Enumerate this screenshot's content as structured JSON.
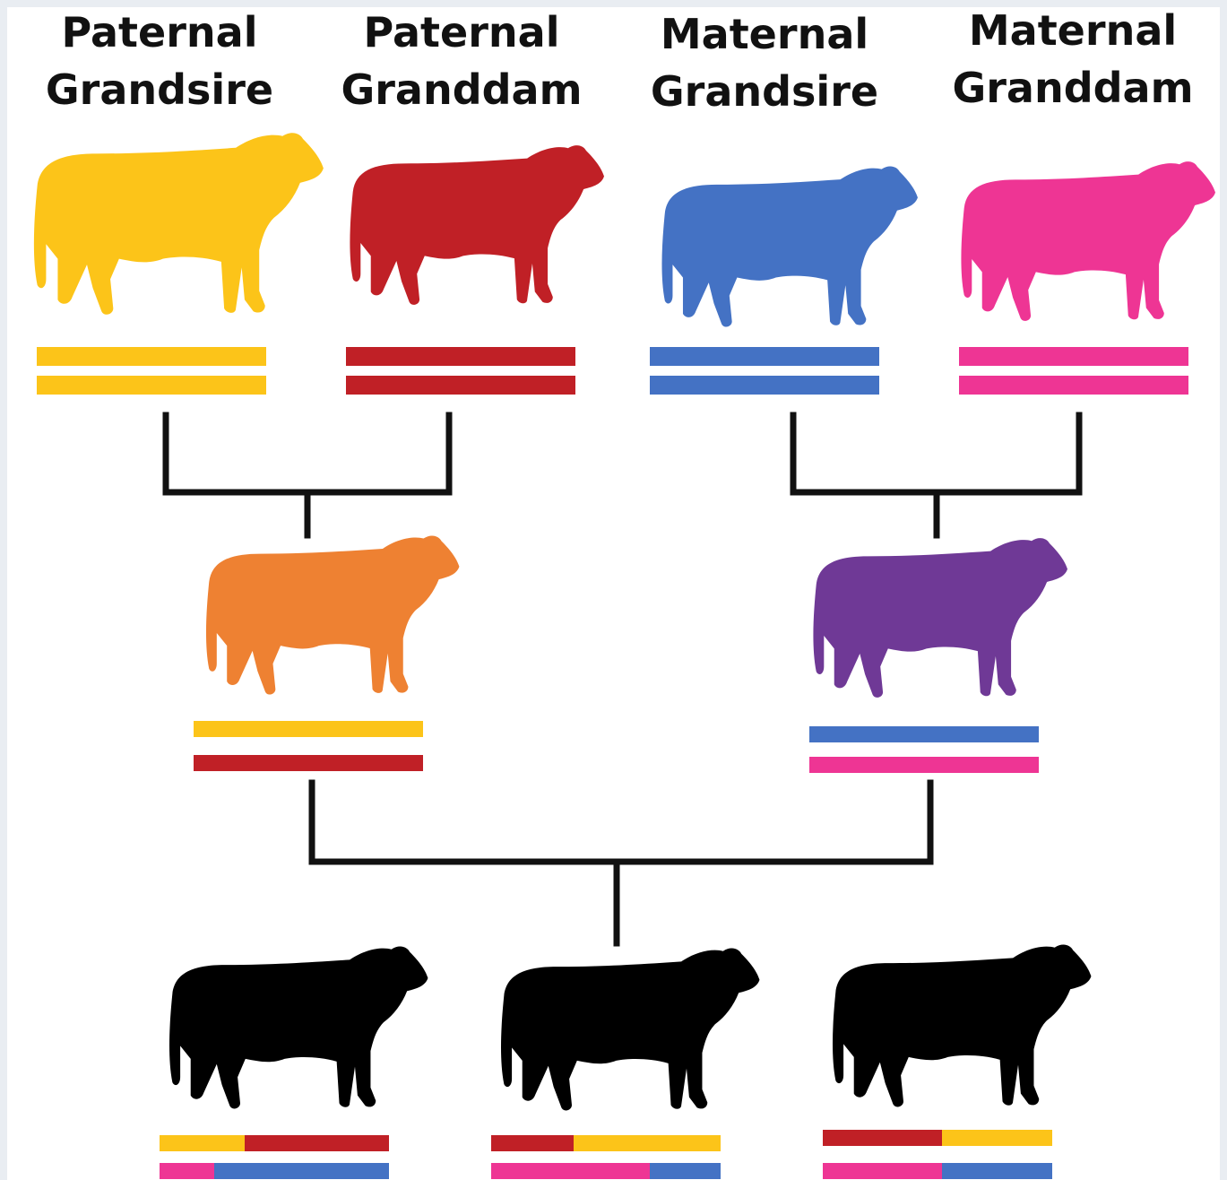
{
  "labels": {
    "paternal_grandsire": [
      "Paternal",
      "Grandsire"
    ],
    "paternal_granddam": [
      "Paternal",
      "Granddam"
    ],
    "maternal_grandsire": [
      "Maternal",
      "Grandsire"
    ],
    "maternal_granddam": [
      "Maternal",
      "Granddam"
    ]
  },
  "colors": {
    "paternal_grandsire": "#fcc419",
    "paternal_granddam": "#c02026",
    "maternal_grandsire": "#4472c4",
    "maternal_granddam": "#ee3594",
    "sire": "#ee8132",
    "dam": "#6f3996",
    "offspring": "#000000",
    "connector": "#111111"
  },
  "animals": [
    {
      "id": "paternal-grandsire",
      "color_key": "paternal_grandsire",
      "chromosomes": [
        [
          {
            "c": "paternal_grandsire",
            "f": 1
          }
        ],
        [
          {
            "c": "paternal_grandsire",
            "f": 1
          }
        ]
      ]
    },
    {
      "id": "paternal-granddam",
      "color_key": "paternal_granddam",
      "chromosomes": [
        [
          {
            "c": "paternal_granddam",
            "f": 1
          }
        ],
        [
          {
            "c": "paternal_granddam",
            "f": 1
          }
        ]
      ]
    },
    {
      "id": "maternal-grandsire",
      "color_key": "maternal_grandsire",
      "chromosomes": [
        [
          {
            "c": "maternal_grandsire",
            "f": 1
          }
        ],
        [
          {
            "c": "maternal_grandsire",
            "f": 1
          }
        ]
      ]
    },
    {
      "id": "maternal-granddam",
      "color_key": "maternal_granddam",
      "chromosomes": [
        [
          {
            "c": "maternal_granddam",
            "f": 1
          }
        ],
        [
          {
            "c": "maternal_granddam",
            "f": 1
          }
        ]
      ]
    },
    {
      "id": "sire",
      "color_key": "sire",
      "chromosomes": [
        [
          {
            "c": "paternal_grandsire",
            "f": 1
          }
        ],
        [
          {
            "c": "paternal_granddam",
            "f": 1
          }
        ]
      ]
    },
    {
      "id": "dam",
      "color_key": "dam",
      "chromosomes": [
        [
          {
            "c": "maternal_grandsire",
            "f": 1
          }
        ],
        [
          {
            "c": "maternal_granddam",
            "f": 1
          }
        ]
      ]
    },
    {
      "id": "offspring-1",
      "color_key": "offspring",
      "chromosomes": [
        [
          {
            "c": "paternal_grandsire",
            "f": 0.37
          },
          {
            "c": "paternal_granddam",
            "f": 0.63
          }
        ],
        [
          {
            "c": "maternal_granddam",
            "f": 0.24
          },
          {
            "c": "maternal_grandsire",
            "f": 0.76
          }
        ]
      ]
    },
    {
      "id": "offspring-2",
      "color_key": "offspring",
      "chromosomes": [
        [
          {
            "c": "paternal_granddam",
            "f": 0.36
          },
          {
            "c": "paternal_grandsire",
            "f": 0.64
          }
        ],
        [
          {
            "c": "maternal_granddam",
            "f": 0.69
          },
          {
            "c": "maternal_grandsire",
            "f": 0.31
          }
        ]
      ]
    },
    {
      "id": "offspring-3",
      "color_key": "offspring",
      "chromosomes": [
        [
          {
            "c": "paternal_granddam",
            "f": 0.52
          },
          {
            "c": "paternal_grandsire",
            "f": 0.48
          }
        ],
        [
          {
            "c": "maternal_granddam",
            "f": 0.52
          },
          {
            "c": "maternal_grandsire",
            "f": 0.48
          }
        ]
      ]
    }
  ]
}
